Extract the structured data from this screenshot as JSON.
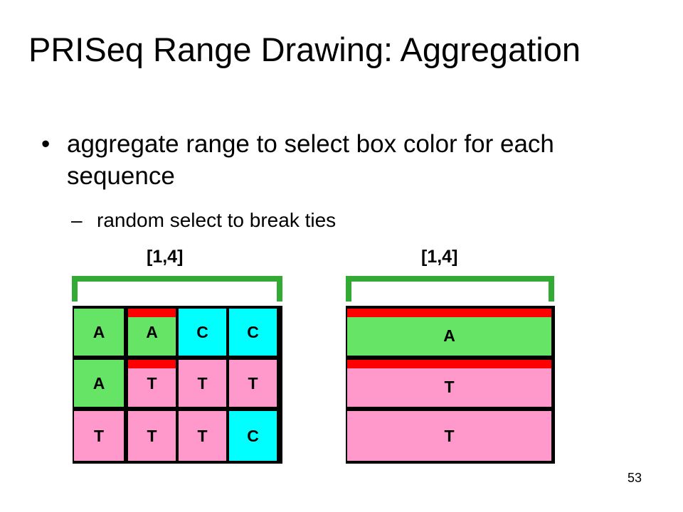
{
  "slide": {
    "title": "PRISeq Range Drawing: Aggregation",
    "bullet_symbol": "•",
    "bullet_text": "aggregate range to select box color for each sequence",
    "sub_dash": "–",
    "sub_text": "random select to break ties",
    "page_number": "53"
  },
  "colors": {
    "A": "#66e466",
    "C": "#00ffff",
    "T": "#ff99cc",
    "tie_marker": "#ff0000",
    "brace": "#33aa33",
    "grid_border": "#000000"
  },
  "left_panel": {
    "range_label": "[1,4]",
    "rows": [
      [
        {
          "base": "A",
          "color": "A"
        },
        {
          "base": "A",
          "color": "A",
          "tie": true
        },
        {
          "base": "C",
          "color": "C"
        },
        {
          "base": "C",
          "color": "C"
        }
      ],
      [
        {
          "base": "A",
          "color": "A"
        },
        {
          "base": "T",
          "color": "T",
          "tie": true
        },
        {
          "base": "T",
          "color": "T"
        },
        {
          "base": "T",
          "color": "T"
        }
      ],
      [
        {
          "base": "T",
          "color": "T"
        },
        {
          "base": "T",
          "color": "T"
        },
        {
          "base": "T",
          "color": "T"
        },
        {
          "base": "C",
          "color": "C"
        }
      ]
    ]
  },
  "right_panel": {
    "range_label": "[1,4]",
    "rows": [
      {
        "base": "A",
        "color": "A",
        "tie": true
      },
      {
        "base": "T",
        "color": "T",
        "tie": true
      },
      {
        "base": "T",
        "color": "T"
      }
    ]
  }
}
